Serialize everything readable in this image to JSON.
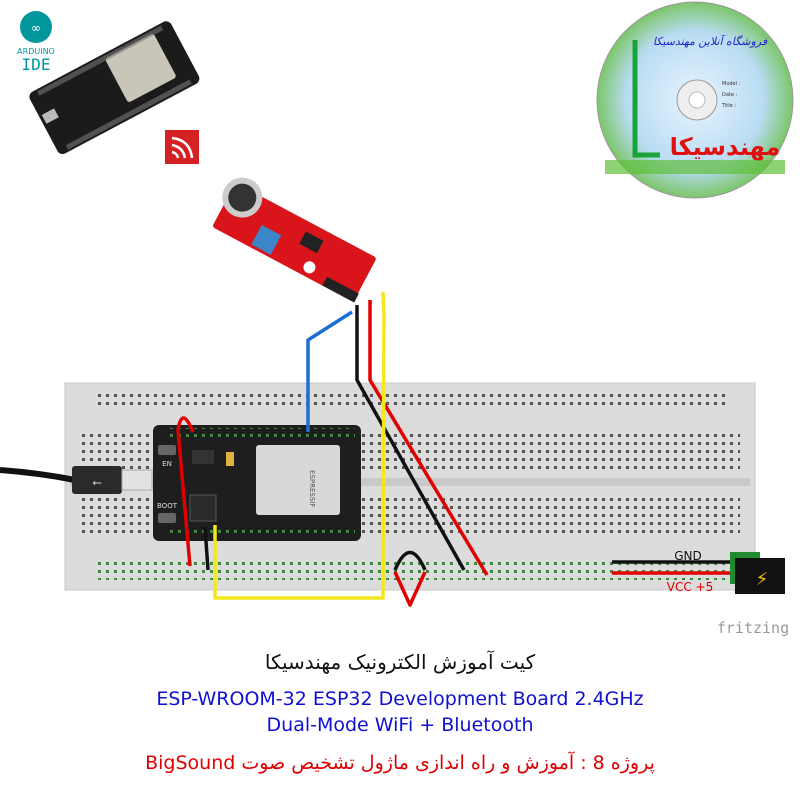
{
  "logos": {
    "arduino_line1": "ARDUINO",
    "arduino_line2": "IDE",
    "cd_title": "فروشگاه آنلاین مهندسیکا",
    "cd_brand": "مهندسیکا",
    "cd_fields": [
      "Model :",
      "Date :",
      "Title :"
    ]
  },
  "diagram": {
    "gnd_label": "GND",
    "vcc_label": "VCC +5",
    "esp_buttons": [
      "EN",
      "BOOT"
    ],
    "module_text": "ESPRESSIF",
    "watermark": "fritzing",
    "colors": {
      "red": "#e00000",
      "black": "#111111",
      "blue": "#1a6fd6",
      "yellow": "#f2e81c",
      "pcb_red": "#d9141b",
      "jack_green": "#1f8a2e"
    }
  },
  "captions": {
    "title_fa": "کیت آموزش الکترونیک مهندسیکا",
    "line1": "ESP-WROOM-32 ESP32  Development Board 2.4GHz",
    "line2": "Dual-Mode WiFi + Bluetooth",
    "project": "پروژه 8 : آموزش و راه اندازی ماژول تشخیص صوت BigSound"
  }
}
